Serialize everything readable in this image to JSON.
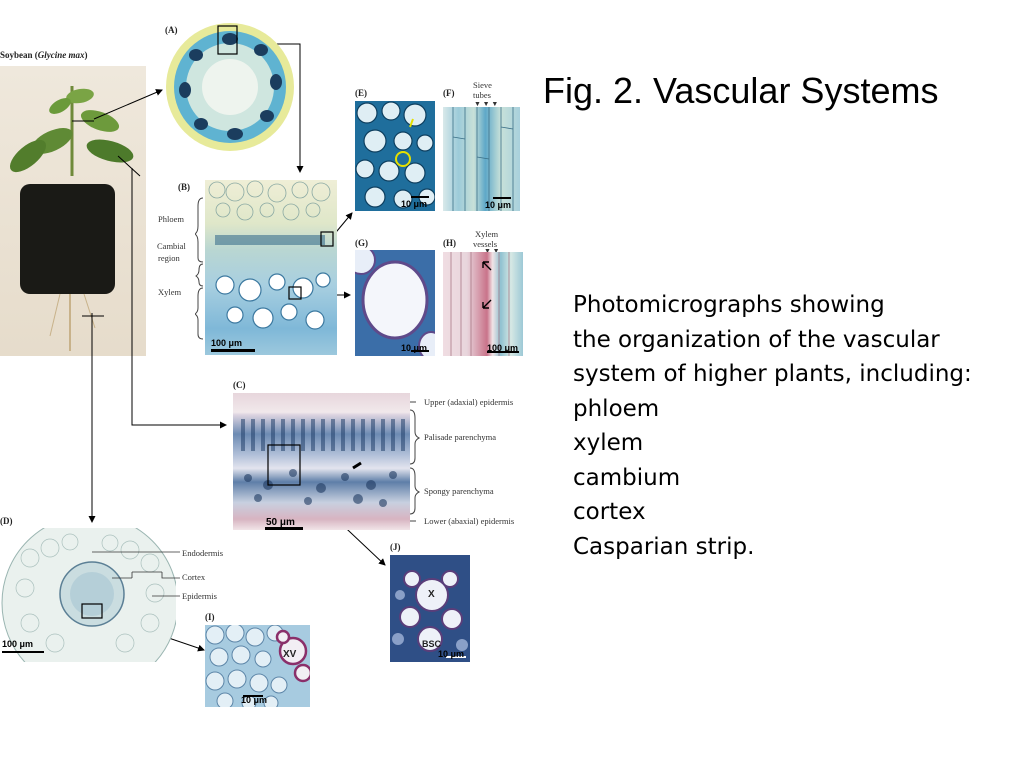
{
  "slide": {
    "title": "Fig. 2. Vascular Systems",
    "body_lines": [
      "Photomicrographs showing",
      "the organization of the vascular",
      "system of higher plants, including:",
      "phloem",
      "xylem",
      "cambium",
      "cortex",
      "Casparian strip."
    ]
  },
  "figure": {
    "plant_caption_prefix": "Soybean (",
    "plant_caption_species": "Glycine max",
    "plant_caption_suffix": ")",
    "panels": {
      "A": "(A)",
      "B": "(B)",
      "C": "(C)",
      "D": "(D)",
      "E": "(E)",
      "F": "(F)",
      "G": "(G)",
      "H": "(H)",
      "I": "(I)",
      "J": "(J)"
    },
    "labels_b": {
      "phloem": "Phloem",
      "cambial_1": "Cambial",
      "cambial_2": "region",
      "xylem": "Xylem"
    },
    "labels_f": {
      "sieve_1": "Sieve",
      "sieve_2": "tubes"
    },
    "labels_h": {
      "xylem_1": "Xylem",
      "xylem_2": "vessels"
    },
    "labels_c": {
      "upper": "Upper (adaxial) epidermis",
      "palisade": "Palisade parenchyma",
      "spongy": "Spongy parenchyma",
      "lower": "Lower (abaxial) epidermis"
    },
    "labels_d": {
      "endodermis": "Endodermis",
      "cortex": "Cortex",
      "epidermis": "Epidermis"
    },
    "labels_i": {
      "xv": "XV"
    },
    "labels_j": {
      "x": "X",
      "bsc": "BSC"
    },
    "scales": {
      "b": "100 μm",
      "c": "50 μm",
      "d": "100 μm",
      "e": "10 μm",
      "f": "10 μm",
      "g": "10 μm",
      "h": "100 μm",
      "i": "10 μm",
      "j": "10 μm"
    }
  }
}
